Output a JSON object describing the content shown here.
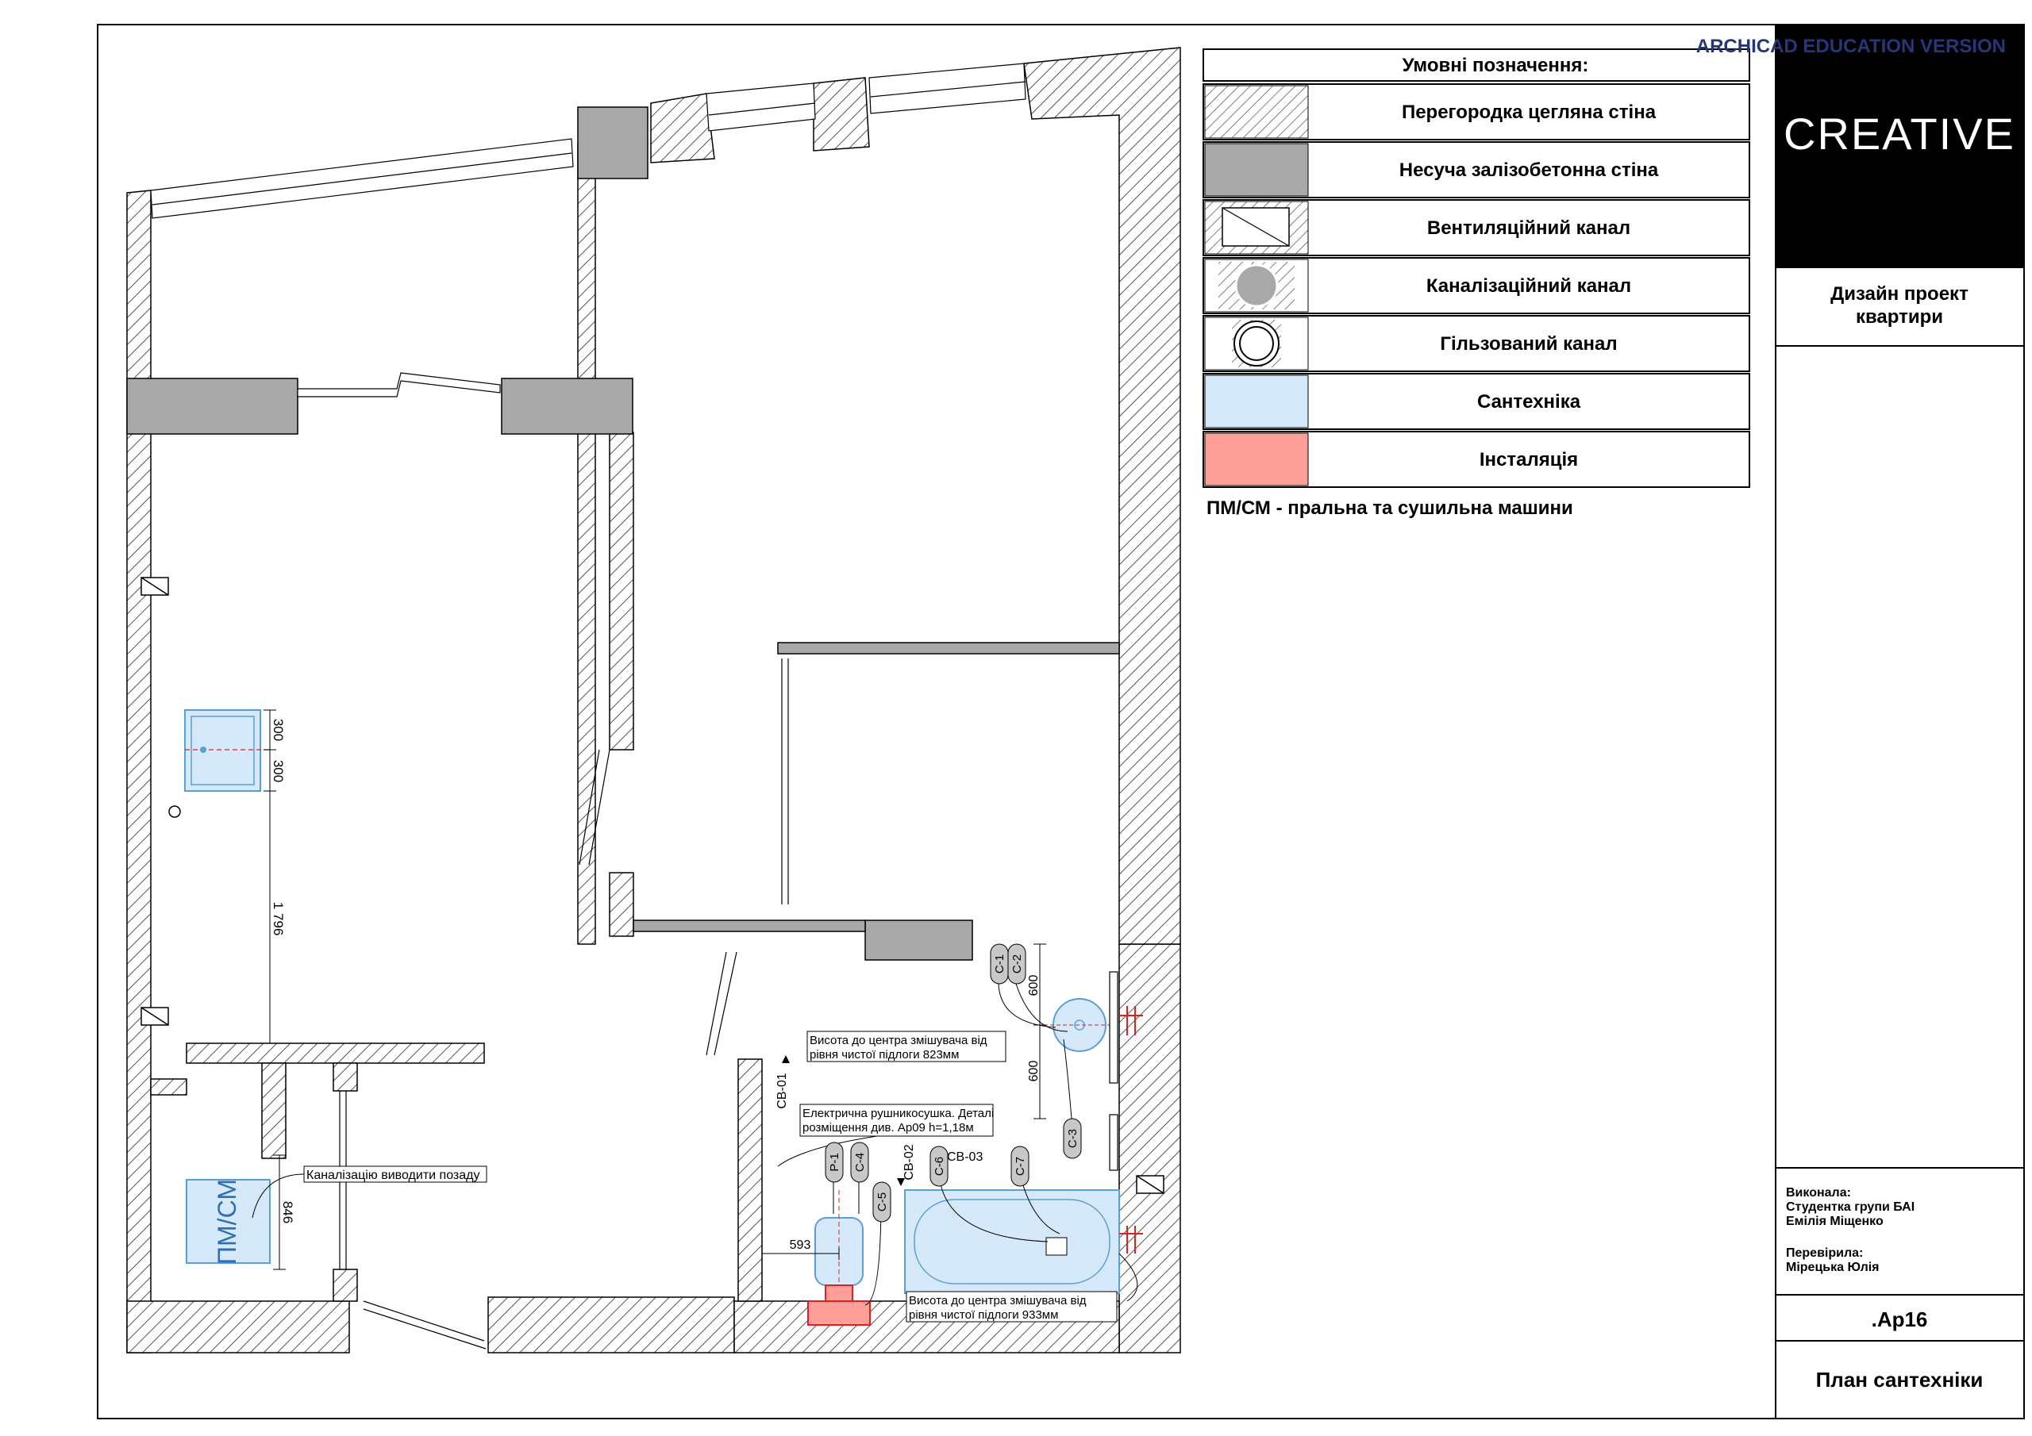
{
  "watermark": "ARCHICAD EDUCATION VERSION",
  "legend": {
    "title": "Умовні позначення:",
    "items": [
      {
        "label": "Перегородка цегляна стіна",
        "swatch": "hatch"
      },
      {
        "label": "Несуча залізобетонна стіна",
        "swatch": "concrete"
      },
      {
        "label": "Вентиляційний канал",
        "swatch": "vent"
      },
      {
        "label": "Каналізаційний канал",
        "swatch": "sewer"
      },
      {
        "label": "Гільзований канал",
        "swatch": "sleeve"
      },
      {
        "label": "Сантехніка",
        "swatch": "plumbing"
      },
      {
        "label": "Інсталяція",
        "swatch": "installation"
      }
    ],
    "note": "ПМ/СМ - пральна та сушильна машини"
  },
  "title_block": {
    "logo": "CREATIVE",
    "project_line1": "Дизайн проект",
    "project_line2": "квартири",
    "performed_label": "Виконала:",
    "performed_line1": "Студентка групи БАІ",
    "performed_line2": "Емілія Міщенко",
    "checked_label": "Перевірила:",
    "checked_name": "Мірецька Юлія",
    "sheet_code": ".Ар16",
    "sheet_title": "План сантехніки"
  },
  "plan": {
    "washer_label": "ПМ/СМ",
    "sewer_note": "Каналізацію виводити позаду",
    "mixer_note_1_line1": "Висота до центра змішувача від",
    "mixer_note_1_line2": "рівня чистої підлоги 823мм",
    "mixer_note_2_line1": "Висота до центра змішувача від",
    "mixer_note_2_line2": "рівня чистої підлоги 933мм",
    "towel_note_line1": "Електрична рушникосушка. Деталі",
    "towel_note_line2": "розміщення див. Ар09  h=1,18м",
    "sections": [
      "СВ-01",
      "СВ-02",
      "СВ-03"
    ],
    "tags": [
      "С-1",
      "С-2",
      "С-3",
      "Р-1",
      "С-4",
      "С-5",
      "С-6",
      "С-7"
    ],
    "dims": [
      "300",
      "300",
      "1 796",
      "846",
      "593",
      "600",
      "600"
    ]
  },
  "colors": {
    "wall_concrete": "#a9a9a9",
    "plumbing_fill": "#d6e9fb",
    "plumbing_stroke": "#5aa0d8",
    "installation": "#ff9f9a",
    "installation_red": "#e02020",
    "watermark": "#27357a",
    "logo_bg": "#000000"
  }
}
